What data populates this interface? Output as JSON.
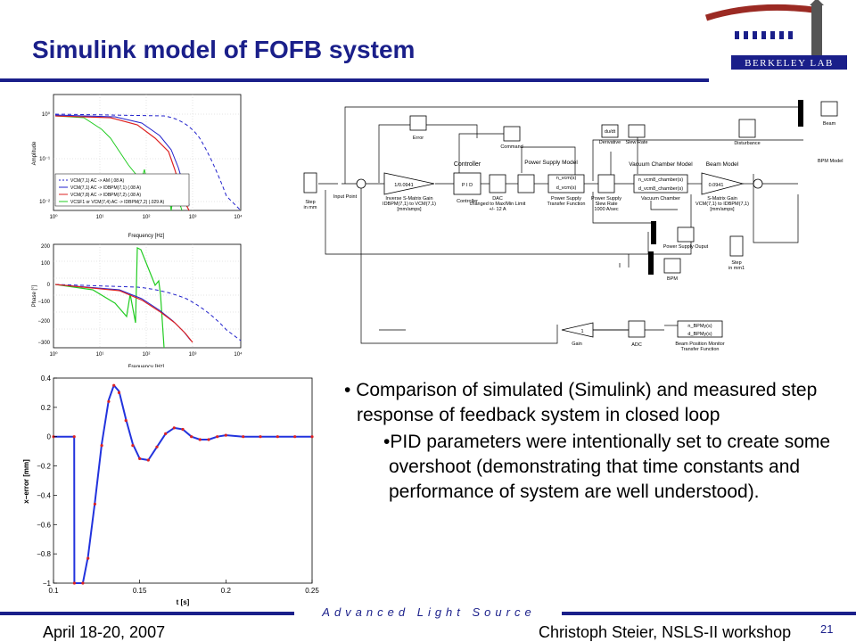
{
  "slide": {
    "title": "Simulink model of FOFB system",
    "bullets": {
      "main": "Comparison of simulated (Simulink) and measured step response of feedback system in closed loop",
      "sub": "PID parameters were intentionally set to create some overshoot (demonstrating that time constants and performance of system are well understood)."
    },
    "footer": {
      "center": "Advanced Light Source",
      "date": "April 18-20, 2007",
      "author": "Christoph Steier, NSLS-II workshop",
      "page": "21"
    }
  },
  "logo": {
    "text": "BERKELEY LAB"
  },
  "amp_plot": {
    "ylabel": "Amplitude",
    "xlabel": "Frequency [Hz]",
    "yticks": [
      "10⁰",
      "10⁻¹",
      "10⁻²"
    ],
    "xticks": [
      "10⁰",
      "10¹",
      "10²",
      "10³",
      "10⁴"
    ],
    "legend": [
      {
        "label": "VCM(7,1) AC -> AM (.08 A)",
        "color": "#2222cc",
        "style": "dashed"
      },
      {
        "label": "VCM(7,1) AC -> IDBPM(7,1) (.08 A)",
        "color": "#2222cc",
        "style": "solid"
      },
      {
        "label": "VCM(7,8) AC -> IDBPM(7,2) (.08 A)",
        "color": "#dd2222",
        "style": "solid"
      },
      {
        "label": "VCSF1 or VCM(7,4) AC -> IDBPM(7,2) (.029 A)",
        "color": "#22cc22",
        "style": "solid"
      }
    ]
  },
  "phase_plot": {
    "ylabel": "Phase [°]",
    "xlabel": "Frequency [Hz]",
    "yticks": [
      "200",
      "100",
      "0",
      "−100",
      "−200",
      "−300"
    ],
    "xticks": [
      "10⁰",
      "10¹",
      "10²",
      "10³",
      "10⁴"
    ]
  },
  "simulink": {
    "labels": {
      "step": "Step\nin mm",
      "input_point": "Input Point",
      "inv_gain": "1/0.0941",
      "inv_gain_caption": "Inverse S-Matrix Gain\nIDBPM(7,1) to VCM(7,1)\n[mm/amps]",
      "controller_title": "Controller",
      "pid": "P I D",
      "controller": "Controller",
      "error": "Error",
      "command": "Command",
      "dac": "DAC\nchanged to Max/Min Limit\n+/- 12 A",
      "ps_model": "Power  Supply Model",
      "ps_tf": "Power Supply\nTransfer Function",
      "ps_slew": "Power Supply\nSlew Rate\n1000 A/sec",
      "derivative": "Derivative",
      "du_dt": "du/dt",
      "slew_rate": "Slew Rate",
      "vc_model": "Vacuum Chamber Model",
      "vc_num": "n_vcm8_chamber(s)",
      "vc_den": "d_vcm8_chamber(s)",
      "vc": "Vacuum Chamber",
      "beam_model": "Beam Model",
      "smat": "0.0941",
      "smat_caption": "S-Matrix Gain\nVCM(7,1) to IDBPM(7,1)\n[mm/amps]",
      "disturbance": "Disturbance",
      "beam": "Beam",
      "bpm_model": "BPM Model",
      "ps_output": "Power Supply Ouput",
      "step2": "Step\nin mm1",
      "bpm": "BPM",
      "gain": "Gain",
      "gain_val": "1",
      "adc": "ADC",
      "bpm_num": "n_BPMy(s)",
      "bpm_den": "d_BPMy(s)",
      "bpm_tf": "Beam Position Monitor\nTransfer Function",
      "tf_num": "n_vcm(s)",
      "tf_den": "d_vcm(s)"
    }
  },
  "chart_data": {
    "type": "line",
    "xlabel": "t [s]",
    "ylabel": "x−error [mm]",
    "xlim": [
      0.1,
      0.25
    ],
    "ylim": [
      -1.0,
      0.4
    ],
    "xticks": [
      0.1,
      0.15,
      0.2,
      0.25
    ],
    "yticks": [
      0.4,
      0.2,
      0,
      -0.2,
      -0.4,
      -0.6,
      -0.8,
      -1
    ],
    "tick_labels_x": [
      "0.1",
      "0.15",
      "0.2",
      "0.25"
    ],
    "tick_labels_y": [
      "0.4",
      "0.2",
      "0",
      "−0.2",
      "−0.4",
      "−0.6",
      "−0.8",
      "−1"
    ],
    "series": [
      {
        "color": "#2233dd",
        "style": "line",
        "x": [
          0.1,
          0.112,
          0.1121,
          0.117,
          0.12,
          0.124,
          0.128,
          0.132,
          0.135,
          0.138,
          0.142,
          0.146,
          0.15,
          0.155,
          0.16,
          0.165,
          0.17,
          0.175,
          0.18,
          0.185,
          0.19,
          0.195,
          0.2,
          0.21,
          0.22,
          0.23,
          0.24,
          0.25
        ],
        "y": [
          0.0,
          0.0,
          -1.0,
          -1.0,
          -0.82,
          -0.45,
          -0.05,
          0.25,
          0.35,
          0.31,
          0.12,
          -0.05,
          -0.15,
          -0.16,
          -0.07,
          0.02,
          0.06,
          0.05,
          0.0,
          -0.02,
          -0.02,
          0.0,
          0.01,
          0.0,
          0.0,
          0.0,
          0.0,
          0.0
        ]
      },
      {
        "color": "#dd2222",
        "style": "markers",
        "x": [
          0.1,
          0.112,
          0.1121,
          0.117,
          0.12,
          0.124,
          0.128,
          0.132,
          0.135,
          0.138,
          0.142,
          0.146,
          0.15,
          0.155,
          0.16,
          0.165,
          0.17,
          0.175,
          0.18,
          0.185,
          0.19,
          0.195,
          0.2,
          0.21,
          0.22,
          0.23,
          0.24,
          0.25
        ],
        "y": [
          0.0,
          0.0,
          -1.0,
          -1.0,
          -0.83,
          -0.46,
          -0.06,
          0.24,
          0.35,
          0.3,
          0.11,
          -0.06,
          -0.15,
          -0.16,
          -0.07,
          0.02,
          0.06,
          0.05,
          0.0,
          -0.02,
          -0.02,
          0.0,
          0.01,
          0.0,
          0.0,
          0.0,
          0.0,
          0.0
        ]
      }
    ]
  }
}
